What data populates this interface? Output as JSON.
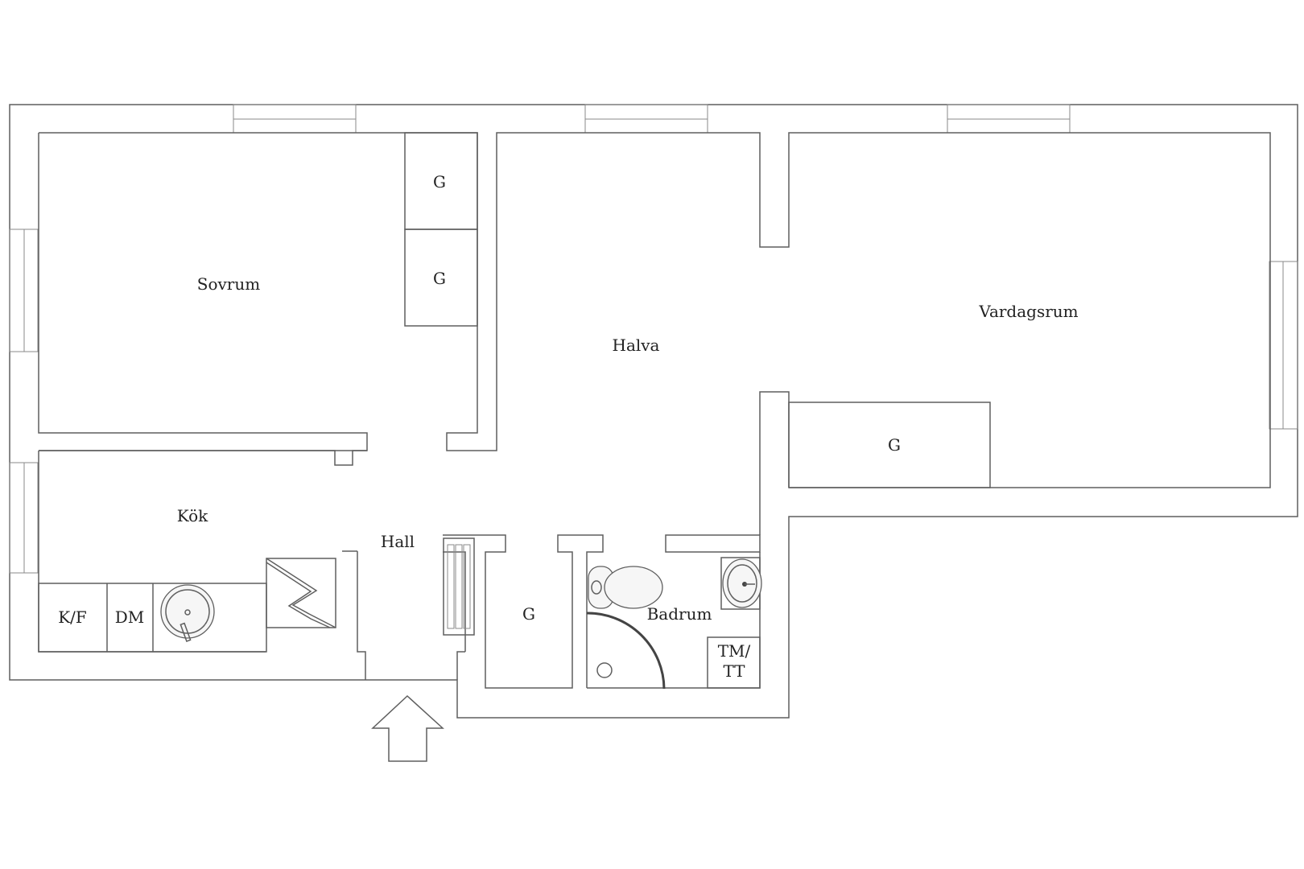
{
  "rooms": {
    "sovrum": "Sovrum",
    "halva": "Halva",
    "vardagsrum": "Vardagsrum",
    "kok": "Kök",
    "hall": "Hall",
    "badrum": "Badrum"
  },
  "storage": {
    "wardrobe_label": "G"
  },
  "kitchen": {
    "fridge_freezer": "K/F",
    "dishwasher": "DM"
  },
  "bathroom": {
    "washer_dryer_line1": "TM/",
    "washer_dryer_line2": "TT"
  },
  "icons": {
    "entrance": "entrance-arrow-icon",
    "stove": "stove-icon",
    "sink": "sink-icon",
    "toilet": "toilet-icon",
    "basin": "basin-icon",
    "radiator": "radiator-icon"
  }
}
